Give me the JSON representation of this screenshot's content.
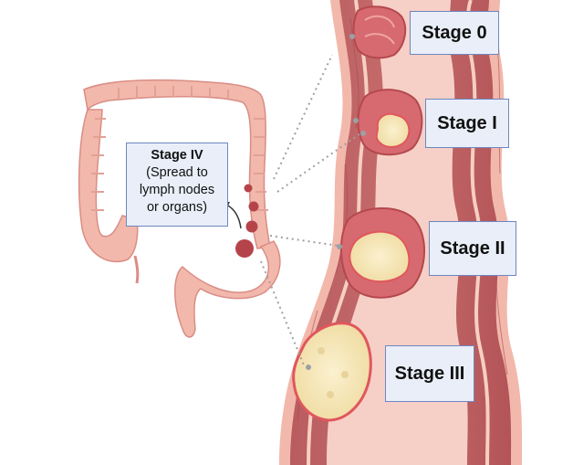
{
  "stages": {
    "stage0": "Stage 0",
    "stage1": "Stage I",
    "stage2": "Stage II",
    "stage3": "Stage III"
  },
  "stage4": {
    "title": "Stage IV",
    "line1": "(Spread to",
    "line2": "lymph nodes",
    "line3": "or organs)"
  },
  "colors": {
    "colon_outer": "#f2b8ab",
    "colon_tissue": "#c9686a",
    "lumen": "#f6d0c6",
    "tumor": "#f7e7b8",
    "tumor_rim": "#e0575d",
    "lymph_node": "#b5444a",
    "label_fill": "#e9eef8",
    "label_border": "#6f86c2"
  }
}
